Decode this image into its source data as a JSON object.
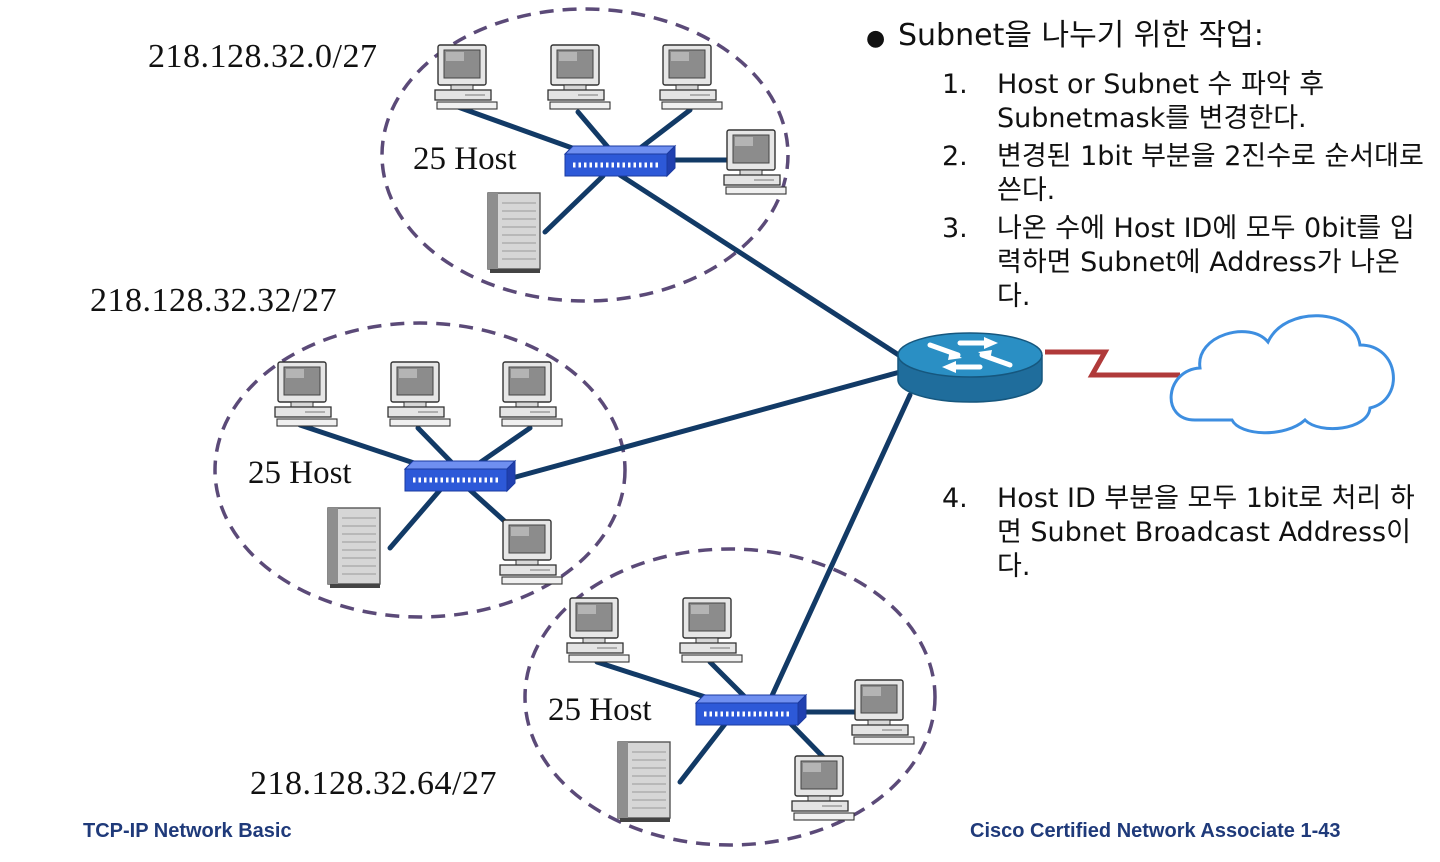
{
  "networks": [
    {
      "address": "218.128.32.0/27",
      "hosts": "25 Host"
    },
    {
      "address": "218.128.32.32/27",
      "hosts": "25 Host"
    },
    {
      "address": "218.128.32.64/27",
      "hosts": "25 Host"
    }
  ],
  "notes": {
    "heading": "Subnet을 나누기 위한 작업:",
    "steps": [
      {
        "num": "1.",
        "text": "Host or Subnet 수 파악 후 Subnetmask를 변경한다."
      },
      {
        "num": "2.",
        "text": "변경된 1bit 부분을 2진수로 순서대로 쓴다."
      },
      {
        "num": "3.",
        "text": "나온 수에 Host ID에 모두 0bit를 입력하면 Subnet에 Address가 나온다."
      },
      {
        "num": "4.",
        "text": "Host ID 부분을 모두 1bit로 처리 하면 Subnet Broadcast Address이다."
      }
    ]
  },
  "footer": {
    "left": "TCP-IP Network Basic",
    "right": "Cisco Certified Network  Associate 1-43"
  },
  "icons": [
    "pc-icon",
    "server-icon",
    "switch-icon",
    "router-icon",
    "cloud-icon"
  ],
  "colors": {
    "link": "#123a66",
    "wan_link": "#b03a3a",
    "subnet_boundary": "#5b4a78",
    "switch": "#2d59d8",
    "router": "#2a87b8",
    "cloud": "#ffffff",
    "footer_text": "#1f3a7a"
  }
}
